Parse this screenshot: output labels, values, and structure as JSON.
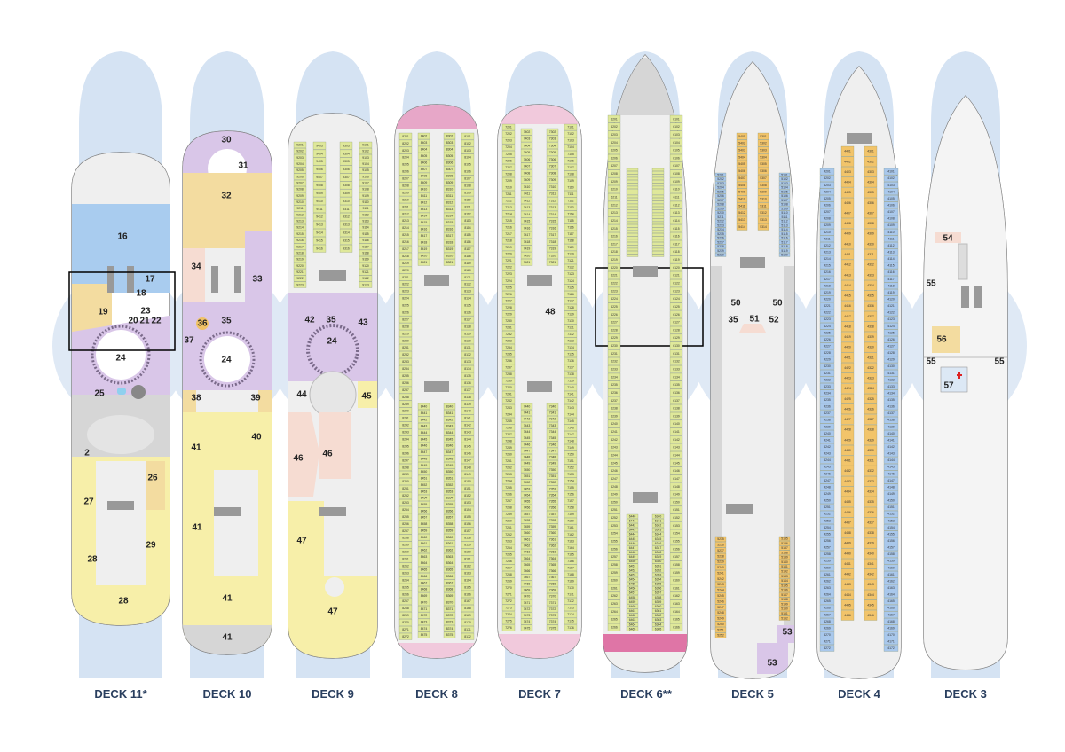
{
  "decks": [
    {
      "label": "DECK 11*",
      "areas": [
        "16",
        "17",
        "18",
        "19",
        "20",
        "21",
        "22",
        "23",
        "24",
        "25",
        "2",
        "26",
        "27",
        "28",
        "29",
        "28"
      ]
    },
    {
      "label": "DECK 10",
      "areas": [
        "30",
        "31",
        "32",
        "33",
        "34",
        "35",
        "36",
        "37",
        "24",
        "38",
        "39",
        "40",
        "41",
        "41",
        "41",
        "41"
      ]
    },
    {
      "label": "DECK 9",
      "areas": [
        "42",
        "35",
        "43",
        "24",
        "44",
        "45",
        "46",
        "46",
        "47",
        "47"
      ]
    },
    {
      "label": "DECK 8",
      "areas": []
    },
    {
      "label": "DECK 7",
      "areas": [
        "48"
      ]
    },
    {
      "label": "DECK 6**",
      "areas": []
    },
    {
      "label": "DECK 5",
      "areas": [
        "50",
        "50",
        "51",
        "35",
        "52",
        "53",
        "53"
      ]
    },
    {
      "label": "DECK 4",
      "areas": []
    },
    {
      "label": "DECK 3",
      "areas": [
        "54",
        "55",
        "55",
        "55",
        "56",
        "57"
      ]
    }
  ],
  "cabins": {
    "deck9": [
      {
        "start": 9201,
        "count": 23
      },
      {
        "start": 9403,
        "count": 14
      },
      {
        "start": 9303,
        "count": 14
      },
      {
        "start": 9101,
        "count": 23
      }
    ],
    "deck8": [
      {
        "start": 8201,
        "count": 72
      },
      {
        "start": 8402,
        "count": 20
      },
      {
        "start": 8440,
        "count": 36
      },
      {
        "start": 8302,
        "count": 20
      },
      {
        "start": 8340,
        "count": 36
      },
      {
        "start": 8101,
        "count": 72
      }
    ],
    "deck7": [
      {
        "start": 7201,
        "count": 76
      },
      {
        "start": 7402,
        "count": 20
      },
      {
        "start": 7440,
        "count": 36
      },
      {
        "start": 7302,
        "count": 20
      },
      {
        "start": 7340,
        "count": 36
      },
      {
        "start": 7101,
        "count": 76
      }
    ],
    "deck6": [
      {
        "start": 6201,
        "count": 66
      },
      {
        "start": 6401,
        "count": 30
      },
      {
        "start": 6440,
        "count": 26
      },
      {
        "start": 6301,
        "count": 30
      },
      {
        "start": 6340,
        "count": 26
      },
      {
        "start": 6101,
        "count": 66
      }
    ],
    "deck5": [
      {
        "start": 5201,
        "count": 20
      },
      {
        "start": 5401,
        "count": 14
      },
      {
        "start": 5301,
        "count": 14
      },
      {
        "start": 5101,
        "count": 20
      },
      {
        "start": 5235,
        "count": 18
      },
      {
        "start": 5135,
        "count": 18
      }
    ],
    "deck4": [
      {
        "start": 4201,
        "count": 72
      },
      {
        "start": 4401,
        "count": 46
      },
      {
        "start": 4301,
        "count": 46
      },
      {
        "start": 4101,
        "count": 72
      }
    ]
  },
  "colors": {
    "halo": "#d5e3f3",
    "purple": "#d9c6e8",
    "yellow": "#f7efa9",
    "tan": "#f3dca0",
    "blue": "#a9ccef",
    "gray": "#d6d6d6",
    "light": "#efefef",
    "pink": "#f6dcd2",
    "cabin_green": "#dfe89a",
    "cabin_blue": "#a9c8ec",
    "cabin_orange": "#f2c46a"
  }
}
